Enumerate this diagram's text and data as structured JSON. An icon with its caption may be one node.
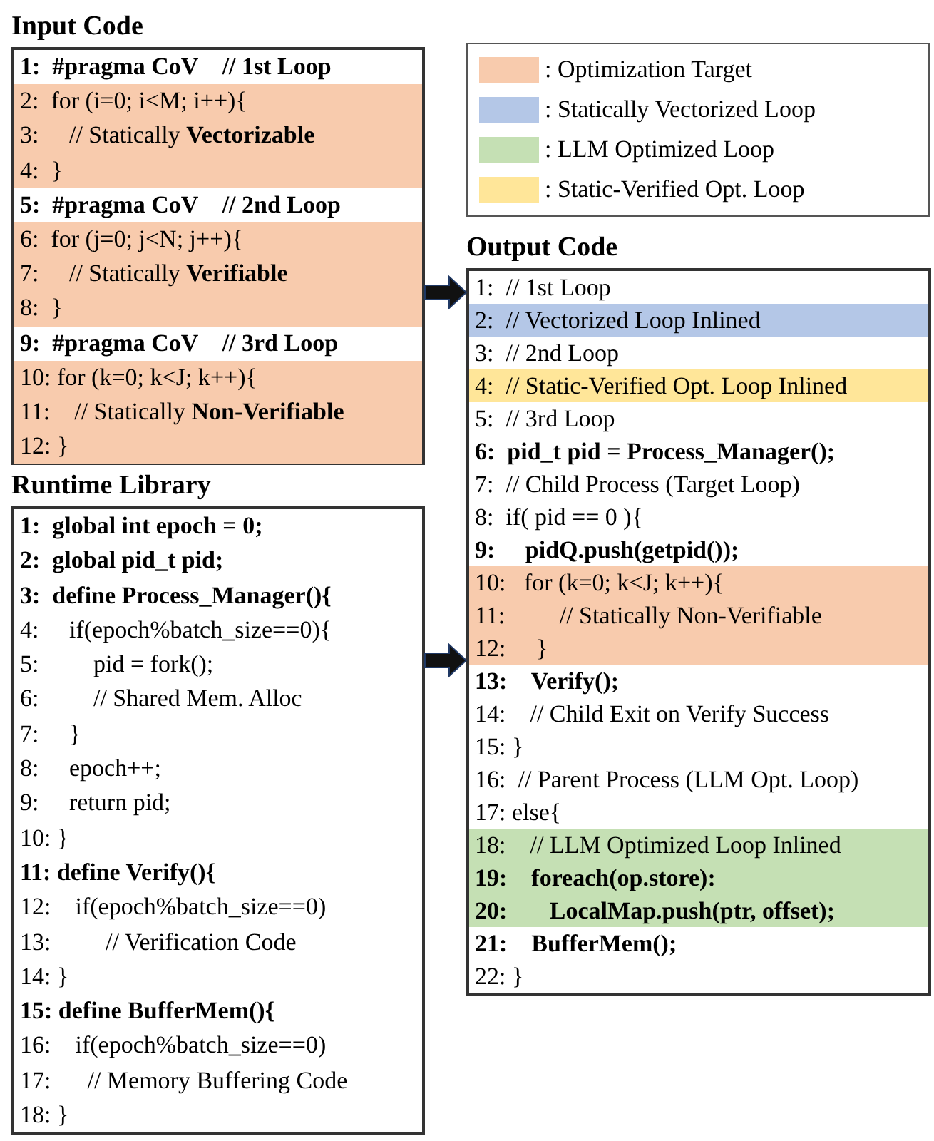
{
  "diagram": {
    "nodes": [
      {
        "text": [
          "Input Code"
        ]
      },
      {
        "text": [
          "1:  #pragma CoV    // 1st Loop"
        ],
        "in": 0
      },
      {
        "text": [
          "2:  for (i=0; i<M; i++){",
          "3:     // Statically **Vectorizable**",
          "4:  }"
        ],
        "in": 0
      },
      {
        "text": [
          "5:  #pragma CoV    // 2nd Loop"
        ],
        "in": 0
      },
      {
        "text": [
          "6:  for (j=0; j<N; j++){",
          "7:     // Statically **Verifiable**",
          "8:  }"
        ],
        "in": 0
      },
      {
        "text": [
          "9:  #pragma CoV    // 3rd Loop"
        ],
        "in": 0
      },
      {
        "text": [
          "10: for (k=0; k<J; k++){",
          "11:    // Statically **Non-Verifiable**",
          "12: }"
        ],
        "in": 0
      },
      {
        "text": [
          "Runtime Library",
          "1:  global int epoch = 0;",
          "2:  global pid_t pid;",
          "3:  define Process_Manager(){",
          "4:     if(epoch%batch_size==0){",
          "5:         pid = fork();",
          "6:         // Shared Mem. Alloc",
          "7:     }",
          "8:     epoch++;",
          "9:     return pid;",
          "10: }",
          "11: define Verify(){",
          "12:    if(epoch%batch_size==0)",
          "13:         // Verification Code",
          "14: }",
          "15: define BufferMem(){",
          "16:    if(epoch%batch_size==0)",
          "17:      // Memory Buffering Code",
          "18: }"
        ]
      },
      {
        "text": [
          "Output Code"
        ]
      },
      {
        "text": [
          "1:  // 1st Loop"
        ],
        "in": 8
      },
      {
        "text": [
          "2:  // Vectorized Loop Inlined"
        ],
        "in": 8
      },
      {
        "text": [
          "3:  // 2nd Loop"
        ],
        "in": 8
      },
      {
        "text": [
          "4:  // Static-Verified Opt. Loop Inlined"
        ],
        "in": 8
      },
      {
        "text": [
          "5:  // 3rd Loop",
          "6:  pid_t pid = Process_Manager();",
          "7:  // Child Process (Target Loop)",
          "8:  if( pid == 0 ){",
          "9:     pidQ.push(getpid());"
        ],
        "in": 8
      },
      {
        "text": [
          "10:   for (k=0; k<J; k++){",
          "11:         // Statically Non-Verifiable",
          "12:     }"
        ],
        "in": 8
      },
      {
        "text": [
          "13:    Verify();",
          "14:    // Child Exit on Verify Success",
          "15: }",
          "16:  // Parent Process (LLM Opt. Loop)",
          "17: else{"
        ],
        "in": 8
      },
      {
        "text": [
          "18:    // LLM Optimized Loop Inlined",
          "19:    foreach(op.store):",
          "20:       LocalMap.push(ptr, offset);"
        ],
        "in": 8
      },
      {
        "text": [
          "21:    BufferMem();",
          "22: }"
        ],
        "in": 8
      }
    ],
    "edges": [
      {
        "from": 0,
        "to": 8,
        "arrow": "to",
        "style": "thick"
      },
      {
        "from": 7,
        "to": 8,
        "arrow": "to",
        "style": "thick"
      }
    ],
    "legend": [
      {
        "text": ": Optimization Target",
        "color": "#f8cbad"
      },
      {
        "text": ": Statically Vectorized Loop",
        "color": "#b4c7e7"
      },
      {
        "text": ": LLM Optimized Loop",
        "color": "#c5e0b4"
      },
      {
        "text": ": Static-Verified Opt. Loop",
        "color": "#ffe699"
      }
    ]
  }
}
